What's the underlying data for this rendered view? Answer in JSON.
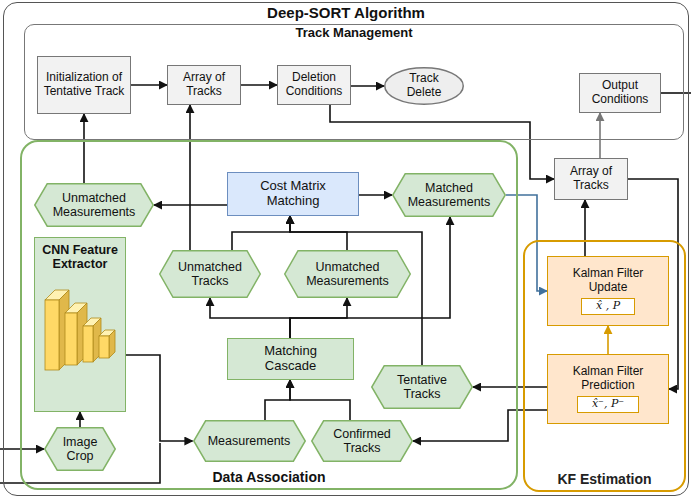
{
  "diagram": {
    "nodes": [
      {
        "text": [
          "Deep-SORT Algorithm"
        ]
      },
      {
        "text": [
          "Track Management"
        ],
        "in": 0
      },
      {
        "text": [
          "Initialization of Tentative Track"
        ],
        "in": 1
      },
      {
        "text": [
          "Array of Tracks"
        ],
        "in": 1
      },
      {
        "text": [
          "Deletion Conditions"
        ],
        "in": 1
      },
      {
        "text": [
          "Track Delete"
        ],
        "in": 1
      },
      {
        "text": [
          "Output Conditions"
        ],
        "in": 1
      },
      {
        "text": [
          "Array of Tracks"
        ],
        "in": 0
      },
      {
        "text": [
          "Data Association"
        ],
        "in": 0
      },
      {
        "text": [
          "Unmatched Measurements"
        ],
        "in": 8
      },
      {
        "text": [
          "Cost Matrix Matching"
        ],
        "in": 8
      },
      {
        "text": [
          "Matched Measurements"
        ],
        "in": 8
      },
      {
        "text": [
          "CNN Feature Extractor"
        ],
        "in": 8
      },
      {
        "text": [
          "Unmatched Tracks"
        ],
        "in": 8
      },
      {
        "text": [
          "Unmatched Measurements"
        ],
        "in": 8
      },
      {
        "text": [
          "Matching Cascade"
        ],
        "in": 8
      },
      {
        "text": [
          "Tentative Tracks"
        ],
        "in": 8
      },
      {
        "text": [
          "Image Crop"
        ],
        "in": 8
      },
      {
        "text": [
          "Measurements"
        ],
        "in": 8
      },
      {
        "text": [
          "Confirmed Tracks"
        ],
        "in": 8
      },
      {
        "text": [
          "KF Estimation"
        ],
        "in": 0
      },
      {
        "text": [
          "Kalman Filter Update",
          "x̂ , P"
        ],
        "in": 20
      },
      {
        "text": [
          "Kalman Filter Prediction",
          "x̂⁻, P⁻"
        ],
        "in": 20
      }
    ],
    "edges": [
      {
        "from": 2,
        "to": 3,
        "arrow": "to"
      },
      {
        "from": 3,
        "to": 4,
        "arrow": "to"
      },
      {
        "from": 4,
        "to": 5,
        "arrow": "to"
      },
      {
        "from": 4,
        "to": 7,
        "arrow": "to"
      },
      {
        "from": 7,
        "to": 6,
        "arrow": "to"
      },
      {
        "from": 9,
        "to": 2,
        "arrow": "to"
      },
      {
        "from": 10,
        "to": 9,
        "arrow": "to"
      },
      {
        "from": 10,
        "to": 11,
        "arrow": "to"
      },
      {
        "from": 13,
        "to": 3,
        "arrow": "to"
      },
      {
        "from": 13,
        "to": 10,
        "arrow": "to"
      },
      {
        "from": 14,
        "to": 10,
        "arrow": "to"
      },
      {
        "from": 15,
        "to": 13,
        "arrow": "to"
      },
      {
        "from": 15,
        "to": 14,
        "arrow": "to"
      },
      {
        "from": 15,
        "to": 11,
        "arrow": "to"
      },
      {
        "from": 16,
        "to": 10,
        "arrow": "to"
      },
      {
        "from": 18,
        "to": 15,
        "arrow": "to"
      },
      {
        "from": 19,
        "to": 15,
        "arrow": "to"
      },
      {
        "from": 12,
        "to": 18,
        "arrow": "to"
      },
      {
        "from": 17,
        "to": 12,
        "arrow": "to"
      },
      {
        "from": 11,
        "to": 21,
        "arrow": "to"
      },
      {
        "from": 22,
        "to": 21,
        "arrow": "to"
      },
      {
        "from": 21,
        "to": 7,
        "arrow": "to"
      },
      {
        "from": 22,
        "to": 16,
        "arrow": "to"
      },
      {
        "from": 22,
        "to": 19,
        "arrow": "to"
      },
      {
        "from": 7,
        "to": 22,
        "arrow": "to"
      }
    ]
  }
}
